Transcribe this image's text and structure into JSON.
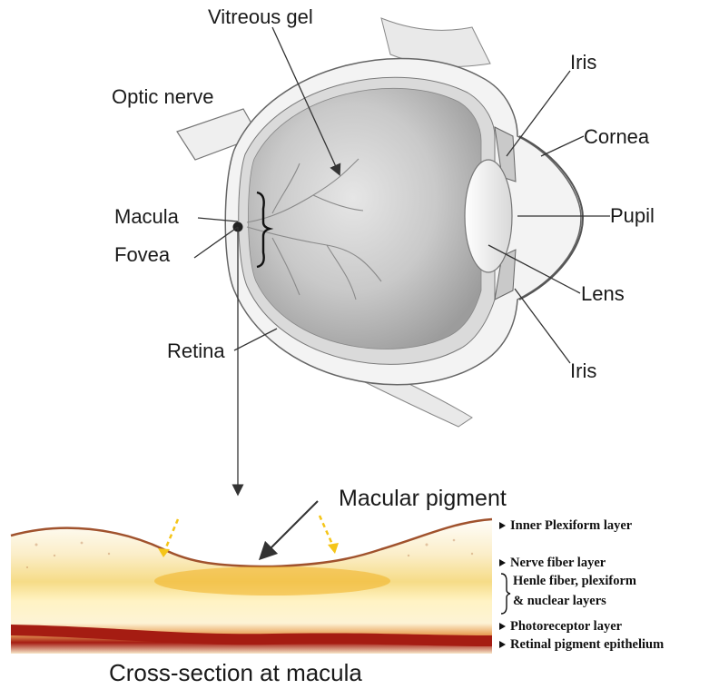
{
  "eye_diagram": {
    "labels": {
      "vitreous_gel": "Vitreous gel",
      "iris_top": "Iris",
      "optic_nerve": "Optic nerve",
      "cornea": "Cornea",
      "macula": "Macula",
      "pupil": "Pupil",
      "fovea": "Fovea",
      "lens": "Lens",
      "retina": "Retina",
      "iris_bottom": "Iris"
    }
  },
  "cross_section": {
    "macular_pigment": "Macular pigment",
    "layers": [
      "Inner Plexiform layer",
      "Nerve fiber layer",
      "Henle fiber, plexiform",
      "& nuclear layers",
      "Photoreceptor layer",
      "Retinal pigment epithelium"
    ],
    "caption": "Cross-section at macula"
  },
  "colors": {
    "sclera": "#f2f2f2",
    "vitreous": "#b8b8b8",
    "pigment_yellow": "#f0b020",
    "rpe_red": "#a51c12",
    "arrow_yellow": "#f5c518"
  }
}
